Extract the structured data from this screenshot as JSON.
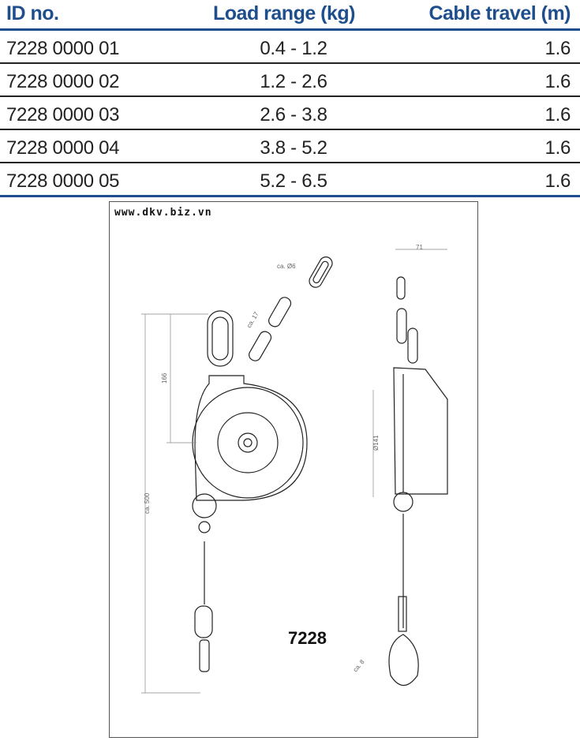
{
  "table": {
    "headers": {
      "id": "ID no.",
      "load": "Load range (kg)",
      "cable": "Cable travel (m)"
    },
    "rows": [
      {
        "id": "7228 0000 01",
        "load": "0.4 - 1.2",
        "cable": "1.6"
      },
      {
        "id": "7228 0000 02",
        "load": "1.2 - 2.6",
        "cable": "1.6"
      },
      {
        "id": "7228 0000 03",
        "load": "2.6 - 3.8",
        "cable": "1.6"
      },
      {
        "id": "7228 0000 04",
        "load": "3.8 - 5.2",
        "cable": "1.6"
      },
      {
        "id": "7228 0000 05",
        "load": "5.2 - 6.5",
        "cable": "1.6"
      }
    ],
    "accent_color": "#1f4e8c"
  },
  "drawing": {
    "watermark": "www.dkv.biz.vn",
    "model": "7228",
    "dimensions": {
      "chain_dia": "ca. Ø6",
      "hook_width": "ca. 17",
      "height_top": "166",
      "overall": "ca. 500",
      "width": "71",
      "drum_dia": "Ø141",
      "hook_opening": "ca. 8"
    }
  }
}
